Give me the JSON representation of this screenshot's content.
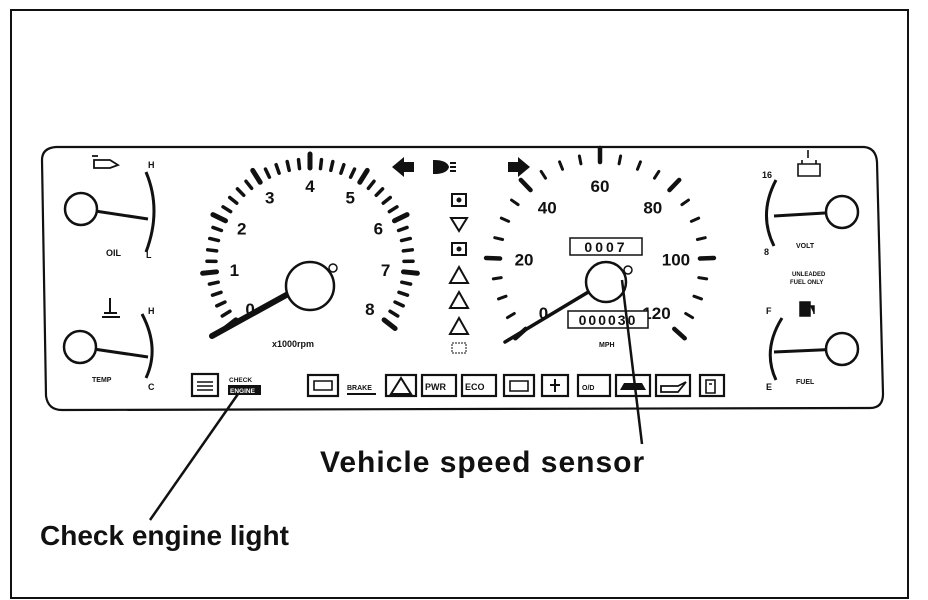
{
  "callouts": {
    "vss": "Vehicle speed sensor",
    "cel": "Check engine light"
  },
  "tach": {
    "labels": [
      "0",
      "1",
      "2",
      "3",
      "4",
      "5",
      "6",
      "7",
      "8"
    ],
    "unit": "x1000rpm"
  },
  "speedo": {
    "labels": [
      "0",
      "20",
      "40",
      "60",
      "80",
      "100",
      "120"
    ],
    "unit": "MPH",
    "trip": "0007",
    "odometer": "000030"
  },
  "gauges": {
    "oil": {
      "label": "OIL",
      "high": "H",
      "low": "L"
    },
    "temp": {
      "label": "TEMP",
      "high": "H",
      "low": "C"
    },
    "volt": {
      "label": "VOLT",
      "high": "16",
      "low": "8"
    },
    "fuel": {
      "label": "FUEL",
      "full": "F",
      "empty": "E",
      "note1": "UNLEADED",
      "note2": "FUEL ONLY"
    }
  },
  "warning_lights": {
    "check_engine_1": "CHECK",
    "check_engine_2": "ENGINE",
    "brake": "BRAKE",
    "pwr": "PWR",
    "eco": "ECO",
    "od": "O/D"
  }
}
